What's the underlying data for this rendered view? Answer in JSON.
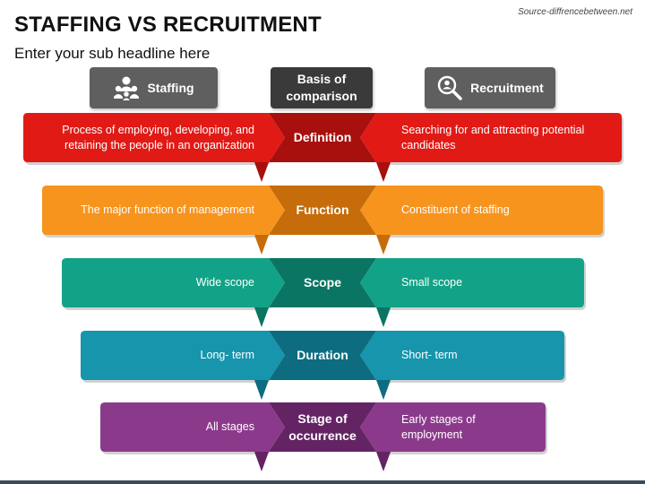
{
  "title": "STAFFING VS RECRUITMENT",
  "subtitle": "Enter your sub headline here",
  "source": "Source-diffrencebetween.net",
  "headers": {
    "left": "Staffing",
    "center": "Basis of comparison",
    "right": "Recruitment",
    "left_icon": "team-people-icon",
    "right_icon": "magnifier-person-icon"
  },
  "rows": [
    {
      "basis": "Definition",
      "staffing": "Process of employing, developing, and retaining the people in an organization",
      "recruitment": "Searching for and attracting potential candidates",
      "color": "#e11a16",
      "dark": "#a7100d"
    },
    {
      "basis": "Function",
      "staffing": "The major function of management",
      "recruitment": "Constituent of staffing",
      "color": "#f7941d",
      "dark": "#c76c0a"
    },
    {
      "basis": "Scope",
      "staffing": "Wide scope",
      "recruitment": "Small scope",
      "color": "#12a287",
      "dark": "#0b7563"
    },
    {
      "basis": "Duration",
      "staffing": "Long- term",
      "recruitment": "Short- term",
      "color": "#1695ad",
      "dark": "#0e6c80"
    },
    {
      "basis": "Stage of occurrence",
      "staffing": "All stages",
      "recruitment": "Early stages of employment",
      "color": "#8b3a8b",
      "dark": "#642464"
    }
  ],
  "colors": {
    "header_gray": "#5f5f5f",
    "header_dark": "#3a3a3a"
  }
}
